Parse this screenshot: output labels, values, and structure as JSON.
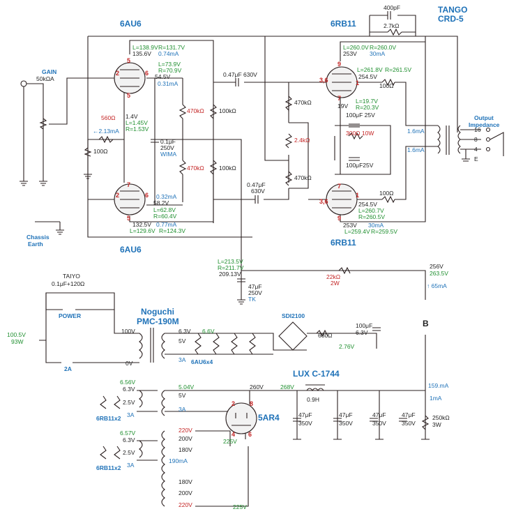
{
  "titles": {
    "tango_line1": "TANGO",
    "tango_line2": "CRD-5",
    "tube_6au6_top": "6AU6",
    "tube_6au6_bottom": "6AU6",
    "tube_6rb11_top": "6RB11",
    "tube_6rb11_bottom": "6RB11",
    "noguchi_line1": "Noguchi",
    "noguchi_line2": "PMC-190M",
    "lux": "LUX C-1744",
    "rect_5ar4": "5AR4",
    "chassis_line1": "Chassis",
    "chassis_line2": "Earth",
    "output_line1": "Output",
    "output_line2": "Impedance",
    "gain_label": "GAIN",
    "gain_value": "50kΩA",
    "power_label": "POWER",
    "taiyo": "TAIYO",
    "taiyo_value": "0.1μF+120Ω",
    "fuse": "2A",
    "sdi": "SDI2100",
    "heater_6au6": "6AU6x4",
    "heater_6rb11_a": "6RB11x2",
    "heater_6rb11_b": "6RB11x2",
    "node_b": "B"
  },
  "components": {
    "c400p": "400pF",
    "r2k7": "2.7kΩ",
    "r560": "560Ω",
    "r100_grid": "100Ω",
    "c01": "0.1μF",
    "c01_v": "250V",
    "c01_brand": "WIMA",
    "r470k_a": "470kΩ",
    "r470k_b": "470kΩ",
    "r100k_a": "100kΩ",
    "r100k_b": "100kΩ",
    "c047_top": "0.47μF 630V",
    "c047_bot_a": "0.47μF",
    "c047_bot_b": "630V",
    "r470k_c": "470kΩ",
    "r470k_d": "470kΩ",
    "r2k4": "2.4kΩ",
    "c100u_a": "100μF 25V",
    "r300": "300Ω 10W",
    "c100u_b": "100μF25V",
    "r100_top": "100Ω",
    "r100_bot": "100Ω",
    "r22k_a": "22kΩ",
    "r22k_b": "2W",
    "c47u_a": "47μF",
    "c47u_b": "250V",
    "c47u_c": "TK",
    "r680": "680Ω",
    "c100u_c": "100μF",
    "c100u_d": "6.3V",
    "choke": "0.9H",
    "c47_1": "47μF",
    "c47_1v": "350V",
    "c47_2": "47μF",
    "c47_2v": "350V",
    "c47_3": "47μF",
    "c47_3v": "350V",
    "c47_4": "47μF",
    "c47_4v": "350V",
    "r250k_a": "250kΩ",
    "r250k_b": "3W"
  },
  "voltages": {
    "au6_top_l": "L=138.9V",
    "au6_top_r": "R=131.7V",
    "au6_top_plate": "135.6V",
    "au6_top_ma": "0.74mA",
    "au6_top_l2": "L=73.9V",
    "au6_top_r2": "R=70.9V",
    "au6_top_g2": "54.5V",
    "au6_top_ma2": "0.31mA",
    "cath_v": "1.4V",
    "cath_l": "L=1.45V",
    "cath_r": "R=1.53V",
    "cath_ma": "←2.13mA",
    "au6_bot_ma2": "0.32mA",
    "au6_bot_g2": "58.2V",
    "au6_bot_l2": "L=62.8V",
    "au6_bot_r2": "R=60.4V",
    "au6_bot_plate": "132.5V",
    "au6_bot_ma": "0.77mA",
    "au6_bot_l": "L=129.6V",
    "au6_bot_r": "R=124.3V",
    "rb_top_l": "L=260.0V",
    "rb_top_r": "R=260.0V",
    "rb_top_v": "253V",
    "rb_top_ma": "30mA",
    "rb_top_l2": "L=261.8V",
    "rb_top_r2": "R=261.5V",
    "rb_top_g2": "254.5V",
    "rb_cath_v": "19V",
    "rb_cath_l": "L=19.7V",
    "rb_cath_r": "R=20.3V",
    "out_ma_a": "1.6mA",
    "out_ma_b": "1.6mA",
    "rb_bot_g2": "254.5V",
    "rb_bot_l2": "L=260.7V",
    "rb_bot_r2": "R=260.5V",
    "rb_bot_v": "253V",
    "rb_bot_ma": "30mA",
    "rb_bot_l": "L=259.4V",
    "rb_bot_r": "R=259.5V",
    "dec_l": "L=213.5V",
    "dec_r": "R=211.7V",
    "dec_v": "209.13V",
    "b_256": "256V",
    "b_2635": "263.5V",
    "b_ma": "↑ 65mA",
    "mains_v": "100.5V",
    "mains_w": "93W",
    "pt_100": "100V",
    "pt_0": "0V",
    "ht_63": "6.3V",
    "ht_66": "6.6V",
    "ht_5v": "5V",
    "ht_3a": "3A",
    "sdi_276": "2.76V",
    "h2_656": "6.56V",
    "h2_63": "6.3V",
    "h2_25": "2.5V",
    "h2_3a": "3A",
    "h3_657": "6.57V",
    "h3_63": "6.3V",
    "h3_25": "2.5V",
    "h3_3a": "3A",
    "rect_504": "5.04V",
    "rect_5v": "5V",
    "rect_3a": "3A",
    "rect_260": "260V",
    "rect_268": "268V",
    "b_159": "159.mA",
    "b_1ma": "1mA",
    "hv_220a": "220V",
    "hv_200a": "200V",
    "hv_180a": "180V",
    "hv_190ma": "190mA",
    "hv_180b": "180V",
    "hv_200b": "200V",
    "hv_220b": "220V",
    "hv_225a": "225V",
    "hv_225b": "225V",
    "tap_16": "16",
    "tap_8": "8",
    "tap_4": "4",
    "tap_e": "E"
  }
}
